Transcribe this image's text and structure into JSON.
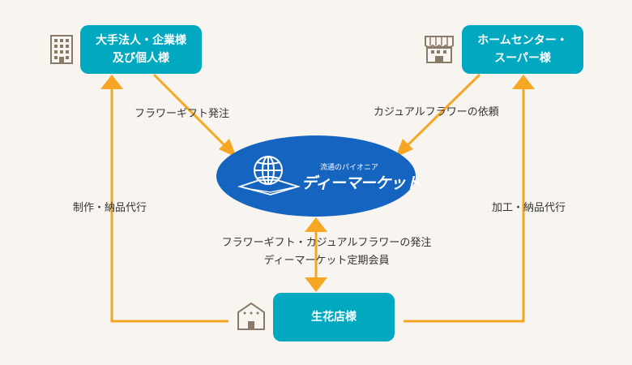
{
  "nodes": {
    "corporate": {
      "line1": "大手法人・企業様",
      "line2": "及び個人様"
    },
    "homecenter": {
      "line1": "ホームセンター・",
      "line2": "スーパー様"
    },
    "flowershop": {
      "label": "生花店様"
    },
    "center": {
      "tagline": "流通のパイオニア",
      "brand": "ディーマーケット"
    }
  },
  "edges": {
    "corp_to_center": "フラワーギフト発注",
    "home_to_center": "カジュアルフラワーの依頼",
    "left_loop": "制作・納品代行",
    "right_loop": "加工・納品代行",
    "shop_center_line1": "フラワーギフト・カジュアルフラワーの発注",
    "shop_center_line2": "ディーマーケット定期会員"
  },
  "icons": {
    "corporate": "office-building-icon",
    "homecenter": "storefront-icon",
    "flowershop": "flower-shop-house-icon",
    "center": "globe-logo-icon"
  },
  "colors": {
    "box": "#00a9c0",
    "center": "#1565c0",
    "arrow": "#f5a623",
    "icon": "#8a7a68",
    "background": "#f8f5f0"
  }
}
